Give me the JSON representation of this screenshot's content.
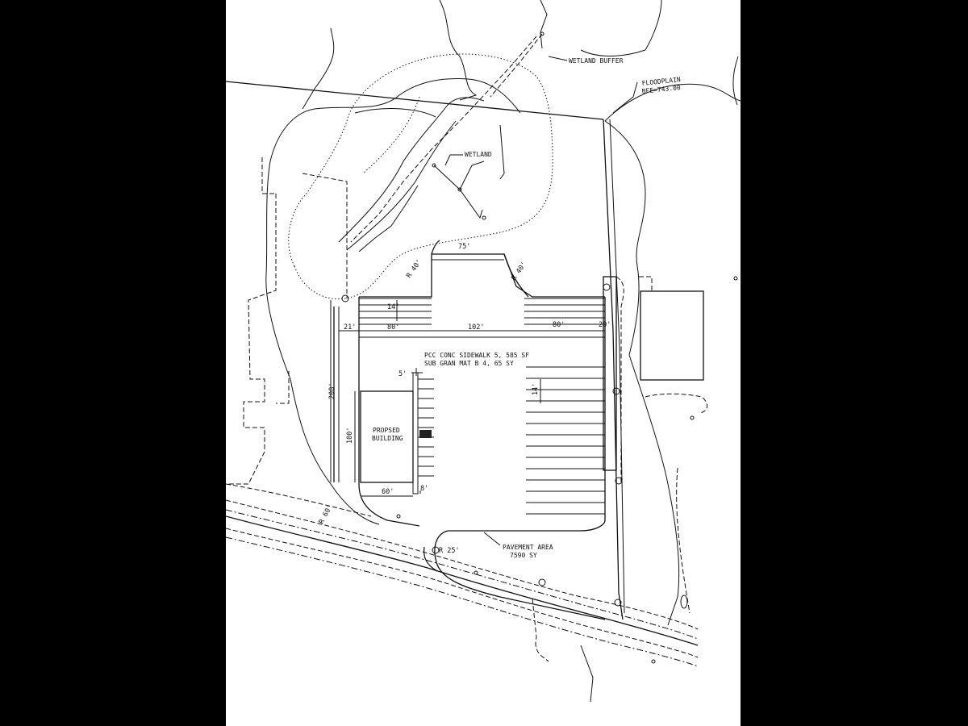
{
  "labels": {
    "wetland_buffer": "WETLAND BUFFER",
    "floodplain_line1": "FLOODPLAIN",
    "floodplain_line2": "BFE=743.00",
    "wetland": "WETLAND",
    "sidewalk_line1": "PCC CONC SIDEWALK 5, 585 SF",
    "sidewalk_line2": "SUB GRAN MAT B 4, 65 SY",
    "building_line1": "PROPSED",
    "building_line2": "BUILDING",
    "pavement_line1": "PAVEMENT AREA",
    "pavement_line2": "7590 SY"
  },
  "dimensions": {
    "top_width": "75'",
    "radius_left": "R 40'",
    "radius_right": "R 40'",
    "stall_depth_top": "14'",
    "left_setback": "21'",
    "aisle_left": "80'",
    "center_span": "102'",
    "aisle_right": "80'",
    "right_setback": "20'",
    "sidewalk_width": "5'",
    "stall_depth_right": "14'",
    "lot_depth_left": "208'",
    "building_depth": "100'",
    "building_width": "60'",
    "walk_gap": "8'",
    "radius_corner": "R 60'",
    "radius_entry": "R 25'"
  },
  "colors": {
    "background": "#000000",
    "sheet": "#ffffff",
    "ink": "#111111"
  }
}
